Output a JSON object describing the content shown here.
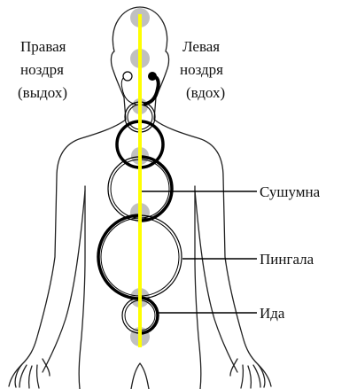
{
  "labels": {
    "right_nostril": [
      "Правая",
      "ноздря",
      "(выдох)"
    ],
    "left_nostril": [
      "Левая",
      "ноздря",
      "(вдох)"
    ],
    "sushumna": "Сушумна",
    "pingala": "Пингала",
    "ida": "Ида"
  },
  "colors": {
    "sushumna_line": "#ffff00",
    "chakra_dots": "#c0c0c0",
    "body_outline": "#222222",
    "nadi_stroke": "#000000"
  }
}
